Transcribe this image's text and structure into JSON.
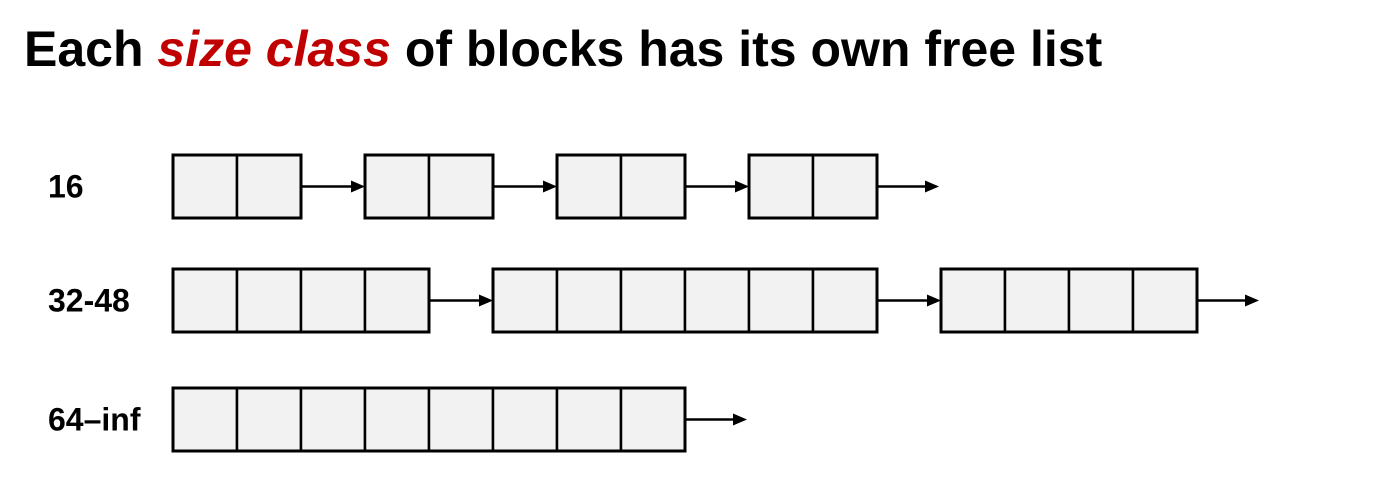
{
  "title": {
    "prefix": "Each ",
    "emphasis": "size class",
    "suffix": " of blocks has its own free list",
    "emphasis_color": "#c00000"
  },
  "lists": [
    {
      "label": "16",
      "blocks": [
        2,
        2,
        2,
        2
      ]
    },
    {
      "label": "32-48",
      "blocks": [
        4,
        6,
        4
      ]
    },
    {
      "label": "64–inf",
      "blocks": [
        8
      ]
    }
  ]
}
